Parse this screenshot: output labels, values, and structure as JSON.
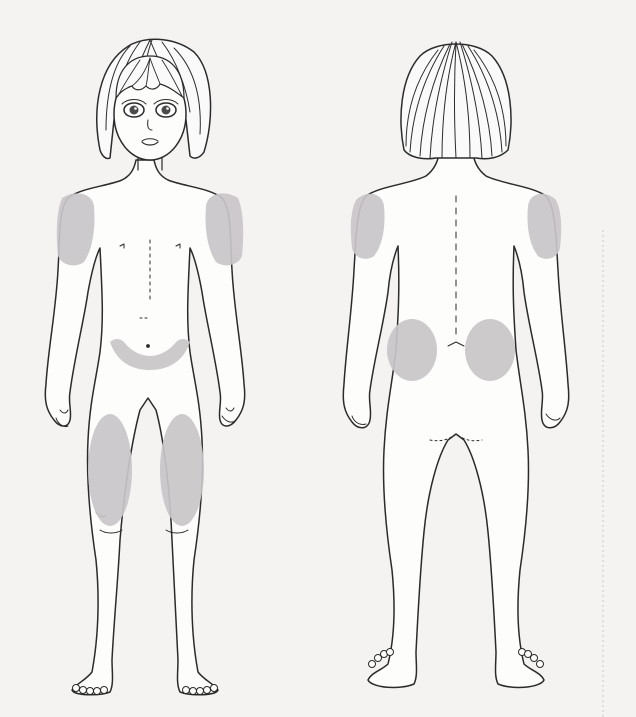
{
  "figure": {
    "views": [
      {
        "id": "front",
        "label": ""
      },
      {
        "id": "back",
        "label": ""
      }
    ],
    "colors": {
      "paper": "#f4f3f1",
      "ink": "#2b2b2b",
      "skin": "#fdfdfc",
      "injection_site": "#c9c6c9"
    },
    "injection_sites": [
      {
        "view": "front",
        "region": "right-upper-arm"
      },
      {
        "view": "front",
        "region": "left-upper-arm"
      },
      {
        "view": "front",
        "region": "abdomen"
      },
      {
        "view": "front",
        "region": "right-thigh"
      },
      {
        "view": "front",
        "region": "left-thigh"
      },
      {
        "view": "back",
        "region": "right-upper-arm-back"
      },
      {
        "view": "back",
        "region": "left-upper-arm-back"
      },
      {
        "view": "back",
        "region": "right-buttock"
      },
      {
        "view": "back",
        "region": "left-buttock"
      }
    ]
  }
}
